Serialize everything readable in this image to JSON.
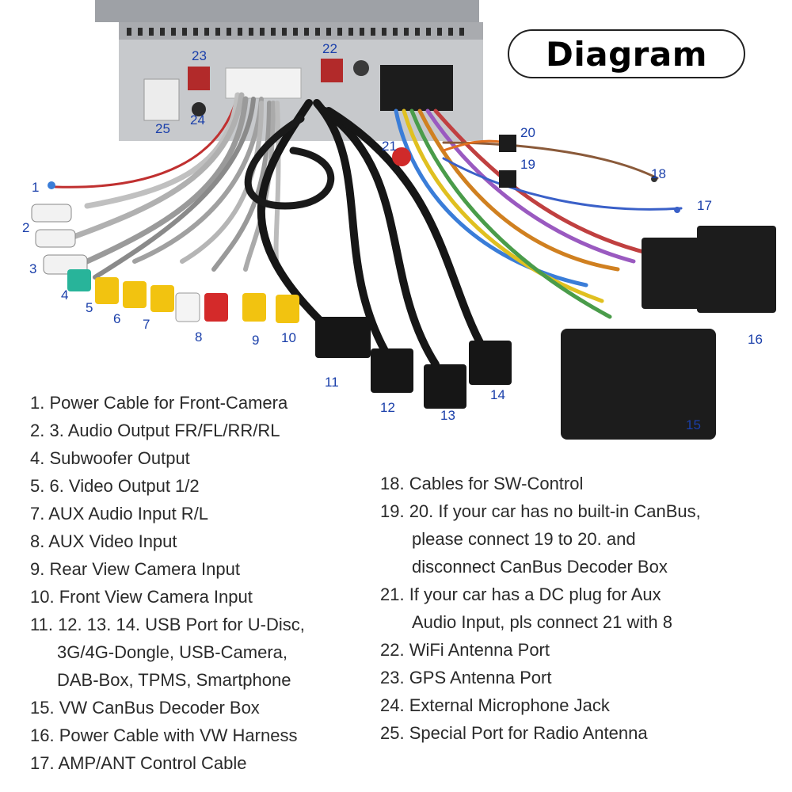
{
  "title": "Diagram",
  "callouts": {
    "c1": "1",
    "c2": "2",
    "c3": "3",
    "c4": "4",
    "c5": "5",
    "c6": "6",
    "c7": "7",
    "c8": "8",
    "c9": "9",
    "c10": "10",
    "c11": "11",
    "c12": "12",
    "c13": "13",
    "c14": "14",
    "c15": "15",
    "c16": "16",
    "c17": "17",
    "c18": "18",
    "c19": "19",
    "c20": "20",
    "c21": "21",
    "c22": "22",
    "c23": "23",
    "c24": "24",
    "c25": "25"
  },
  "legend_left": [
    "1. Power Cable for Front-Camera",
    "2. 3. Audio Output FR/FL/RR/RL",
    "4. Subwoofer Output",
    "5. 6. Video Output 1/2",
    "7. AUX Audio Input R/L",
    "8. AUX Video Input",
    "9. Rear View Camera Input",
    "10. Front View Camera Input",
    "11. 12. 13. 14. USB Port for U-Disc,",
    "3G/4G-Dongle, USB-Camera,",
    "DAB-Box, TPMS, Smartphone",
    "15. VW CanBus Decoder Box",
    "16. Power Cable with VW Harness",
    "17. AMP/ANT Control Cable"
  ],
  "legend_right": [
    "18. Cables for SW-Control",
    "19. 20. If your car has no built-in CanBus,",
    "please connect 19 to 20. and",
    "disconnect CanBus Decoder Box",
    "21. If your car has a DC plug for Aux",
    "Audio Input, pls connect 21 with 8",
    "22. WiFi Antenna Port",
    "23. GPS Antenna Port",
    "24. External Microphone Jack",
    "25. Special Port for Radio Antenna"
  ],
  "colors": {
    "callout": "#1a3faa",
    "text": "#2a2a2a",
    "cable": "#161616"
  }
}
